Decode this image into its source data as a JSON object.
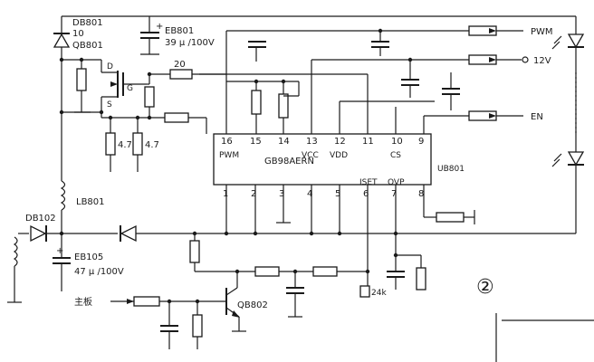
{
  "components": {
    "db801": {
      "ref": "DB801",
      "value": "10"
    },
    "qb801": {
      "ref": "QB801"
    },
    "eb801": {
      "ref": "EB801",
      "value": "39 μ /100V"
    },
    "r20": {
      "value": "20"
    },
    "r47a": {
      "value": "4.7"
    },
    "r47b": {
      "value": "4.7"
    },
    "lb801": {
      "ref": "LB801"
    },
    "db102": {
      "ref": "DB102"
    },
    "eb105": {
      "ref": "EB105",
      "value": "47 μ /100V"
    },
    "qb802": {
      "ref": "QB802"
    },
    "r24k": {
      "value": "24k"
    },
    "fet_pins": {
      "d": "D",
      "g": "G",
      "s": "S"
    }
  },
  "ic": {
    "name": "GB98AERN",
    "ref": "UB801",
    "top_pins": [
      {
        "num": "16",
        "label": "PWM"
      },
      {
        "num": "15",
        "label": ""
      },
      {
        "num": "14",
        "label": ""
      },
      {
        "num": "13",
        "label": "VCC"
      },
      {
        "num": "12",
        "label": "VDD"
      },
      {
        "num": "11",
        "label": ""
      },
      {
        "num": "10",
        "label": "CS"
      },
      {
        "num": "9",
        "label": ""
      }
    ],
    "bottom_pins": [
      {
        "num": "1",
        "label": ""
      },
      {
        "num": "2",
        "label": ""
      },
      {
        "num": "3",
        "label": ""
      },
      {
        "num": "4",
        "label": ""
      },
      {
        "num": "5",
        "label": ""
      },
      {
        "num": "6",
        "label": "ISET"
      },
      {
        "num": "7",
        "label": "OVP"
      },
      {
        "num": "8",
        "label": ""
      }
    ]
  },
  "signals": {
    "pwm": "PWM",
    "v12": "12V",
    "en": "EN",
    "main_board": "主板"
  },
  "figure_number": "②"
}
